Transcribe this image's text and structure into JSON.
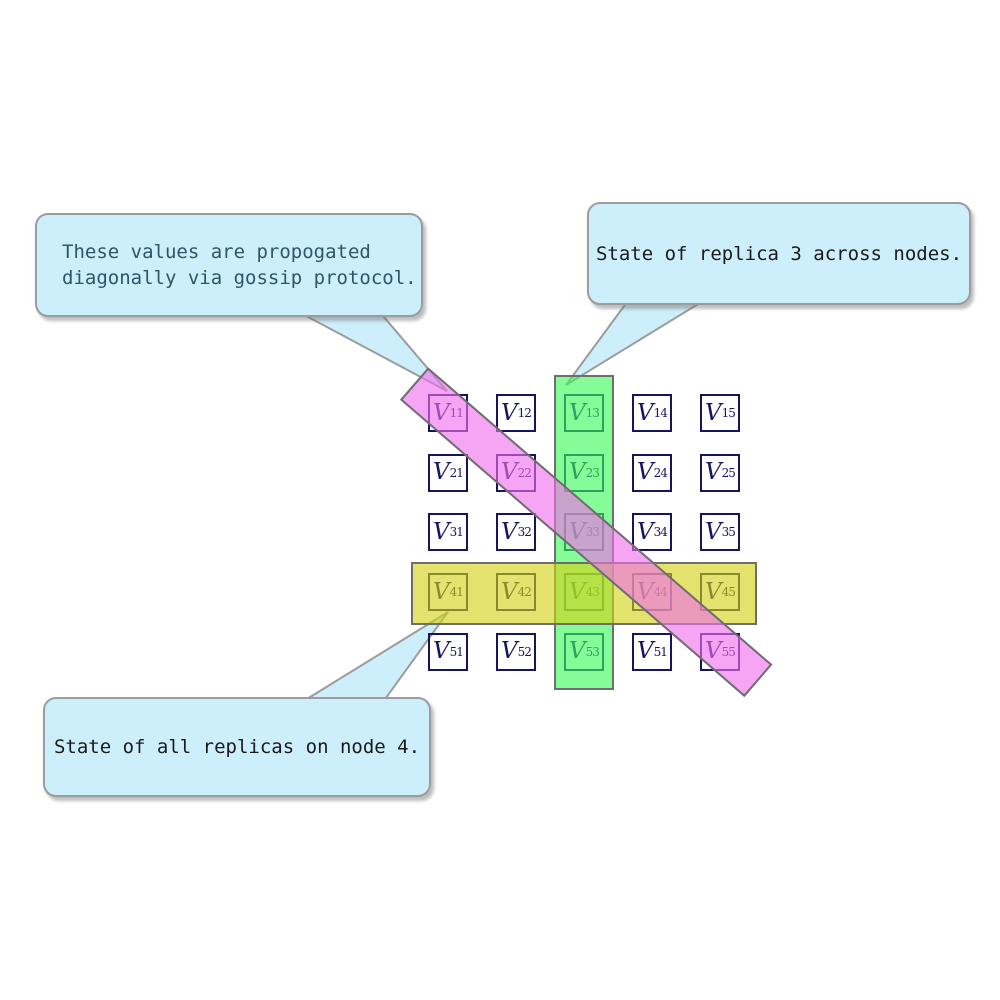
{
  "callouts": {
    "gossip": {
      "lines": [
        "These values are propogated",
        "diagonally via gossip protocol."
      ]
    },
    "replica": {
      "text": "State of replica 3 across nodes."
    },
    "node": {
      "text": "State of all replicas on node 4."
    }
  },
  "grid": {
    "symbol": "V",
    "rows": [
      [
        "11",
        "12",
        "13",
        "14",
        "15"
      ],
      [
        "21",
        "22",
        "23",
        "24",
        "25"
      ],
      [
        "31",
        "32",
        "33",
        "34",
        "35"
      ],
      [
        "41",
        "42",
        "43",
        "44",
        "45"
      ],
      [
        "51",
        "52",
        "53",
        "51",
        "55"
      ]
    ]
  },
  "highlights": {
    "green_column": "replica 3 (column 3)",
    "yellow_row": "node 4 (row 4)",
    "pink_diagonal": "gossip diagonal"
  },
  "colors": {
    "callout_fill": "#cdeefb",
    "callout_border": "#9c9c9c",
    "gossip_text": "#2e5668",
    "callout_text": "#1a1a1a",
    "cell_border": "#14145f",
    "band_border": "#6e6e6e",
    "green_band": "rgba(60,250,90,0.62)",
    "yellow_band": "rgba(210,210,20,0.62)",
    "pink_band": "rgba(240,110,238,0.62)"
  }
}
